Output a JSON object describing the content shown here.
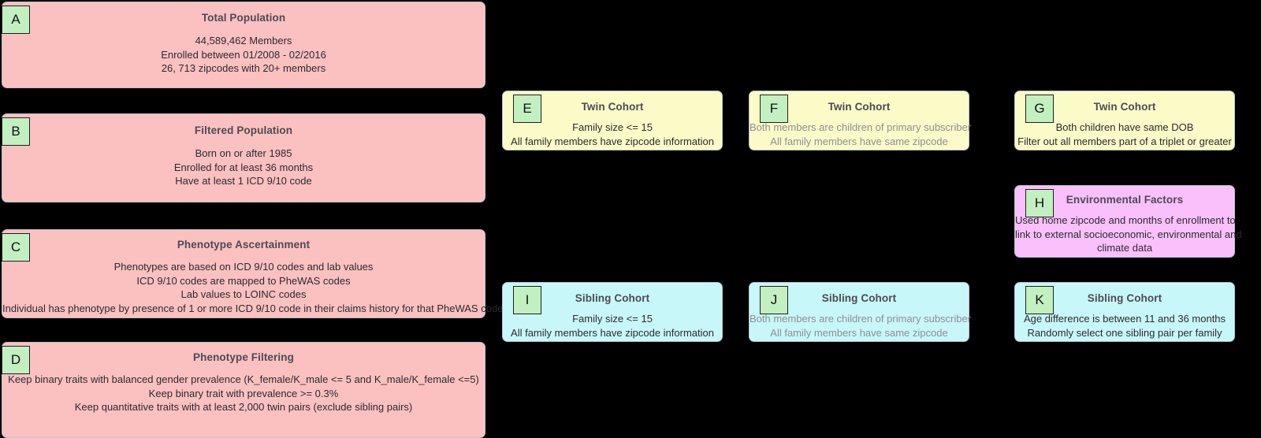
{
  "figure": {
    "background": "#000000",
    "palette": {
      "pink": "#fbc0c0",
      "yellow": "#fbfbc8",
      "cyan": "#c8f7f9",
      "violet": "#f9c0fb",
      "chip_green": "#c3f0c0",
      "border": "#b9c4cc",
      "title_text": "#4b4b55",
      "body_text": "#2b2b30",
      "muted_text": "#8e8e96"
    }
  },
  "nodes": [
    {
      "id": "A",
      "label": "A",
      "title": "Total Population",
      "color": "pink",
      "muted": false,
      "lines": [
        "44,589,462 Members",
        "Enrolled between 01/2008 - 02/2016",
        "26, 713 zipcodes with 20+ members"
      ]
    },
    {
      "id": "B",
      "label": "B",
      "title": "Filtered Population",
      "color": "pink",
      "muted": false,
      "lines": [
        "Born on or after 1985",
        "Enrolled for at least 36 months",
        "Have at least 1 ICD 9/10 code"
      ]
    },
    {
      "id": "C",
      "label": "C",
      "title": "Phenotype Ascertainment",
      "color": "pink",
      "muted": false,
      "lines": [
        "Phenotypes are based on ICD 9/10 codes and lab values",
        "ICD 9/10 codes are mapped to PheWAS codes",
        "Lab values to LOINC codes",
        "Individual has phenotype by presence of 1 or more ICD 9/10 code in their claims history for that PheWAS code"
      ]
    },
    {
      "id": "D",
      "label": "D",
      "title": "Phenotype Filtering",
      "color": "pink",
      "muted": false,
      "lines": [
        "Keep binary traits with balanced gender prevalence (K_female/K_male <= 5 and K_male/K_female <=5)",
        "Keep binary trait with prevalence >= 0.3%",
        "Keep quantitative traits with at least 2,000 twin pairs (exclude sibling pairs)"
      ]
    },
    {
      "id": "E",
      "label": "E",
      "title": "Twin Cohort",
      "color": "yellow",
      "muted": false,
      "lines": [
        "Family size <= 15",
        "All family members have zipcode information"
      ]
    },
    {
      "id": "F",
      "label": "F",
      "title": "Twin Cohort",
      "color": "yellow",
      "muted": true,
      "lines": [
        "Both members are children of primary subscriber",
        "All family members have same zipcode"
      ]
    },
    {
      "id": "G",
      "label": "G",
      "title": "Twin Cohort",
      "color": "yellow",
      "muted": false,
      "lines": [
        "Both children have same DOB",
        "Filter out all members part of a triplet or greater"
      ]
    },
    {
      "id": "H",
      "label": "H",
      "title": "Environmental Factors",
      "color": "violet",
      "muted": false,
      "lines": [
        "Used home zipcode and months of enrollment to",
        "link to external socioeconomic, environmental and",
        "climate data"
      ]
    },
    {
      "id": "I",
      "label": "I",
      "title": "Sibling Cohort",
      "color": "cyan",
      "muted": false,
      "lines": [
        "Family size <= 15",
        "All family members have zipcode information"
      ]
    },
    {
      "id": "J",
      "label": "J",
      "title": "Sibling Cohort",
      "color": "cyan",
      "muted": true,
      "lines": [
        "Both members are children of primary subscriber",
        "All family members have same zipcode"
      ]
    },
    {
      "id": "K",
      "label": "K",
      "title": "Sibling Cohort",
      "color": "cyan",
      "muted": false,
      "lines": [
        "Age difference is between 11 and 36 months",
        "Randomly select one sibling pair per family"
      ]
    }
  ]
}
